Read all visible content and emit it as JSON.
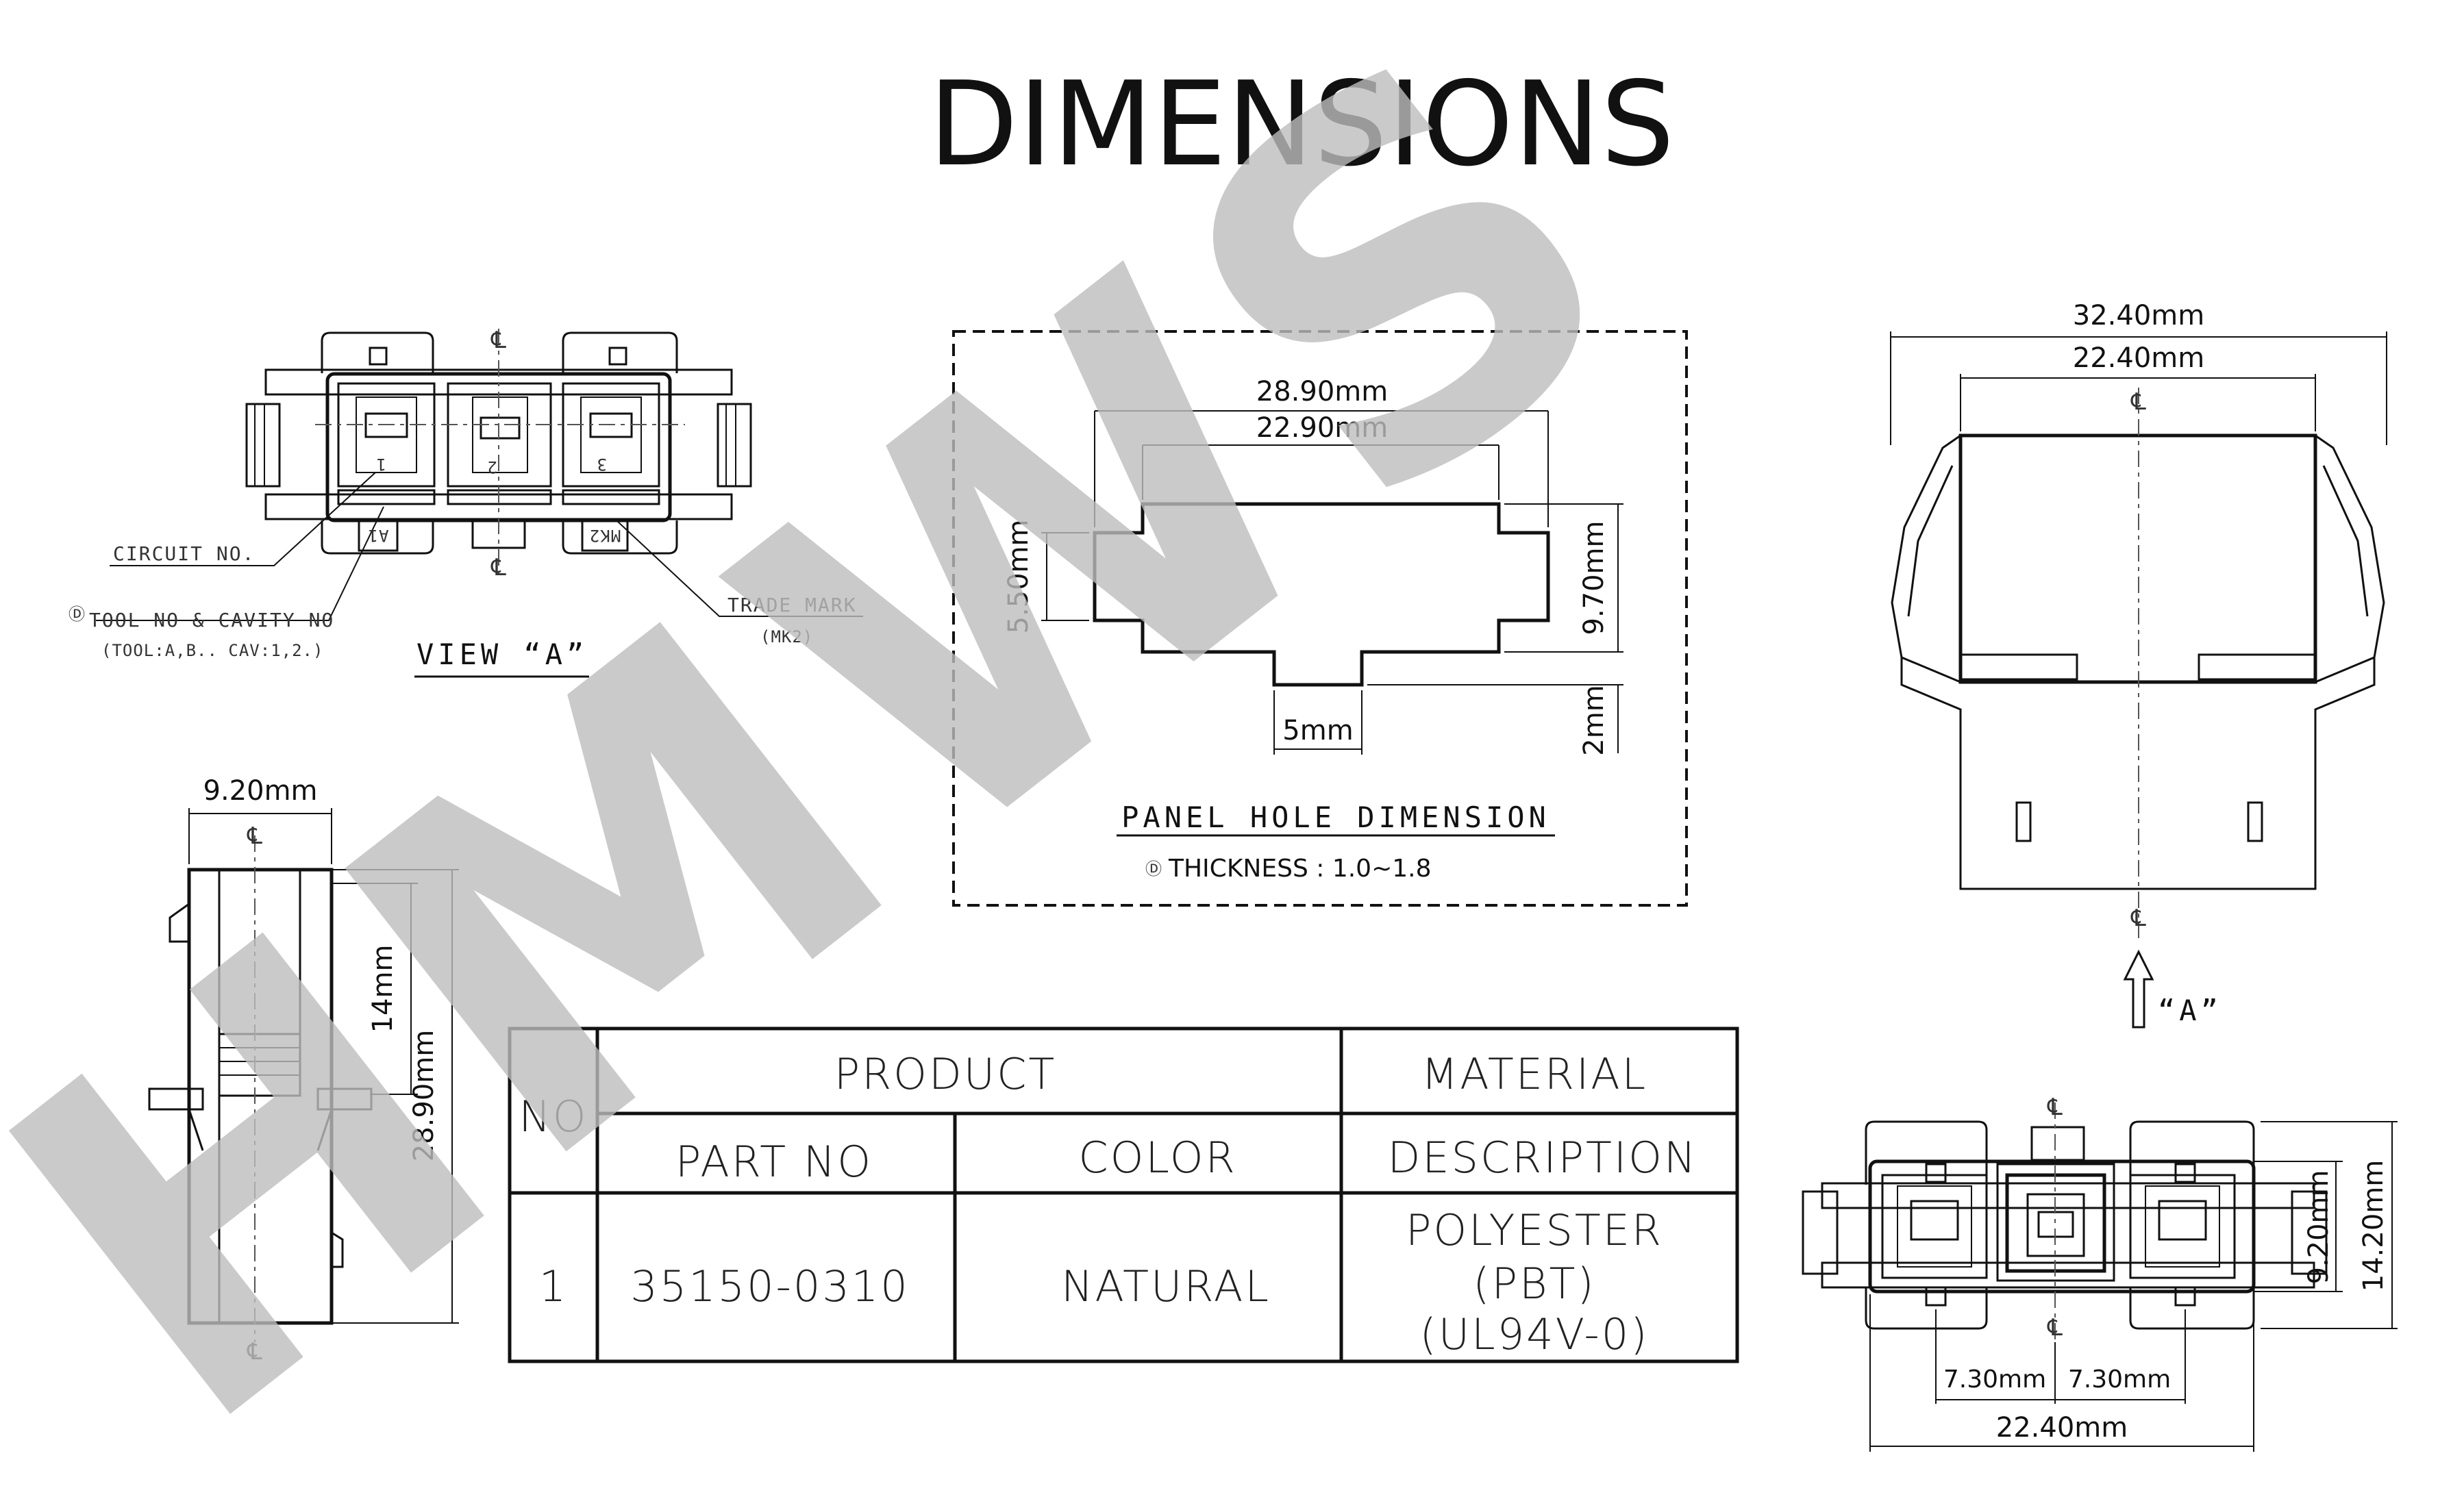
{
  "title": "DIMENSIONS",
  "watermark": "HMWS",
  "centerline_symbol": "℄",
  "view_a": {
    "view_label": "VIEW “A”",
    "circuit_no": "CIRCUIT NO.",
    "tool_no": "TOOL NO & CAVITY NO",
    "tool_detail": "(TOOL:A,B.. CAV:1,2.)",
    "trade_mark": "TRADE MARK",
    "trade_mark_detail": "(MK2)",
    "pin_1": "1",
    "pin_2": "2",
    "pin_3": "3",
    "mark_a1": "A1",
    "mark_mk2": "MK2"
  },
  "panel": {
    "label": "PANEL HOLE DIMENSION",
    "thickness": "THICKNESS : 1.0~1.8",
    "dim_outer_width": "28.90mm",
    "dim_inner_width": "22.90mm",
    "dim_left_height": "5.50mm",
    "dim_right_height": "9.70mm",
    "dim_tab_width": "5mm",
    "dim_tab_height": "2mm"
  },
  "side_view": {
    "dim_width": "9.20mm",
    "dim_partial": "14mm",
    "dim_height": "28.90mm"
  },
  "top_right_view": {
    "dim_outer": "32.40mm",
    "dim_inner": "22.40mm",
    "arrow_label": "“A”"
  },
  "bottom_right_view": {
    "dim_pitch_left": "7.30mm",
    "dim_pitch_right": "7.30mm",
    "dim_total": "22.40mm",
    "dim_height_inner": "9.20mm",
    "dim_height_outer": "14.20mm"
  },
  "table": {
    "col_no": "NO",
    "header_product": "PRODUCT",
    "header_material": "MATERIAL",
    "header_part_no": "PART NO",
    "header_color": "COLOR",
    "header_description": "DESCRIPTION",
    "rows": [
      {
        "no": "1",
        "part_no": "35150-0310",
        "color": "NATURAL",
        "description_lines": [
          "POLYESTER",
          "(PBT)",
          "(UL94V-0)"
        ]
      }
    ]
  }
}
